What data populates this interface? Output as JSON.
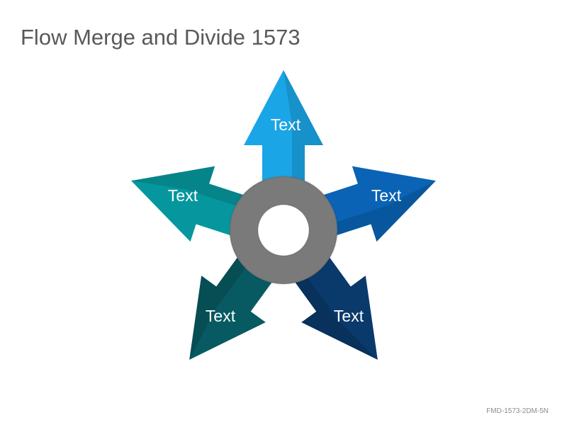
{
  "slide": {
    "title": "Flow Merge and Divide 1573",
    "footer_code": "FMD-1573-2DM-5N"
  },
  "diagram": {
    "hub_color": "#7a7a7a",
    "arrows": [
      {
        "id": "top",
        "label": "Text",
        "color": "#1aa6e6"
      },
      {
        "id": "right",
        "label": "Text",
        "color": "#0a63b4"
      },
      {
        "id": "bottom-right",
        "label": "Text",
        "color": "#0a3a6b"
      },
      {
        "id": "bottom-left",
        "label": "Text",
        "color": "#075a62"
      },
      {
        "id": "left",
        "label": "Text",
        "color": "#06979e"
      }
    ]
  }
}
